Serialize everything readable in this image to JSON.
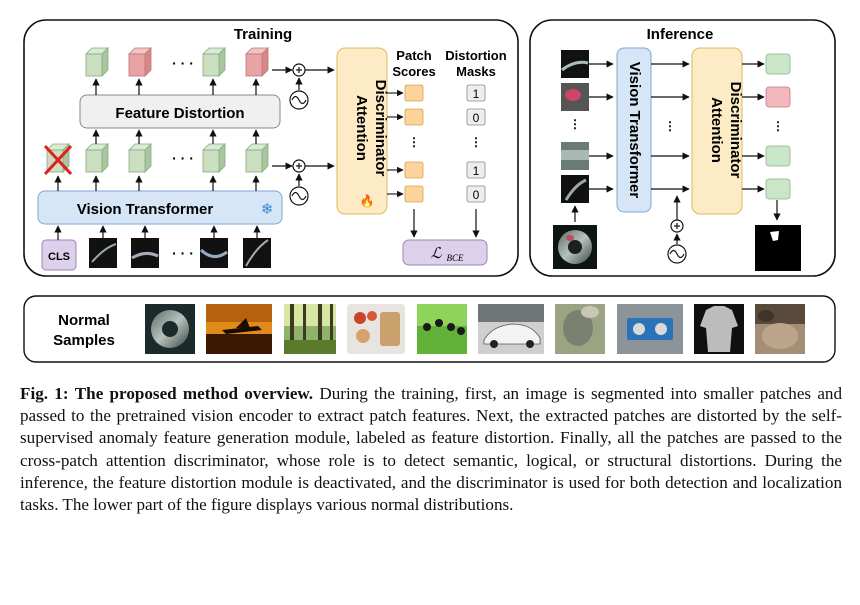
{
  "training": {
    "title": "Training",
    "feature_distortion": "Feature Distortion",
    "vision_transformer": "Vision Transformer",
    "discriminator": [
      "Attention",
      "Discriminator"
    ],
    "patch_scores": [
      "Patch",
      "Scores"
    ],
    "distortion_masks": [
      "Distortion",
      "Masks"
    ],
    "mask_values": [
      "1",
      "0",
      "1",
      "0"
    ],
    "cls": "CLS",
    "ellipsis": "· · ·",
    "loss": "BCE"
  },
  "inference": {
    "title": "Inference",
    "vision_transformer": "Vision Transformer",
    "discriminator": [
      "Attention",
      "Discriminator"
    ]
  },
  "normal_samples": {
    "label": [
      "Normal",
      "Samples"
    ],
    "thumbnails": [
      "bolt-nut",
      "sunset-aircraft",
      "forest",
      "food-tray",
      "green-bells",
      "white-car",
      "grey-animal",
      "circuit-board",
      "shirt",
      "cat"
    ]
  },
  "caption": {
    "label": "Fig. 1:",
    "title": "The proposed method overview.",
    "text": "During the training, first, an image is segmented into smaller patches and passed to the pretrained vision encoder to extract patch features. Next, the extracted patches are distorted by the self-supervised anomaly feature generation module, labeled as feature distortion. Finally, all the patches are passed to the cross-patch attention discriminator, whose role is to detect semantic, logical, or structural distortions. During the inference, the feature distortion module is deactivated, and the discriminator is used for both detection and localization tasks. The lower part of the figure displays various normal distributions."
  },
  "colors": {
    "green_cube": "#c9dfc0",
    "red_cube": "#e8a4a4",
    "vit_blue": "#d6e6f7",
    "disc_yellow": "#fcebc4",
    "score_orange": "#fbd39b",
    "loss_purple": "#ddd0ea"
  }
}
